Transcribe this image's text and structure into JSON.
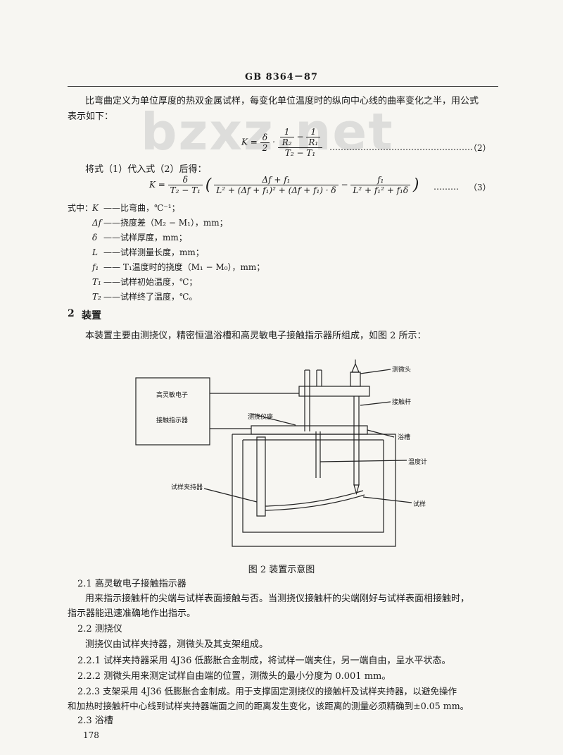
{
  "header": {
    "standard_code": "GB 8364－87"
  },
  "watermark": {
    "text": "bzxz.net"
  },
  "intro": {
    "line1": "比弯曲定义为单位厚度的热双金属试样，每变化单位温度时的纵向中心线的曲率变化之半，用公式",
    "line2": "表示如下："
  },
  "formula2": {
    "lhs": "K = ",
    "frac_a_num": "δ",
    "frac_a_den": "2",
    "dot": " · ",
    "inner_num_a": "1",
    "inner_den_a": "R₂",
    "minus": " − ",
    "inner_num_b": "1",
    "inner_den_b": "R₁",
    "main_den": "T₂ − T₁",
    "number": "（2）"
  },
  "substitute": {
    "text": "将式（1）代入式（2）后得："
  },
  "formula3": {
    "lhs": "K = ",
    "pre_num": "δ",
    "pre_den": "T₂ − T₁",
    "left_paren": "(",
    "t1_num": "Δf + f₁",
    "t1_den": "L² + (Δf + f₁)² + (Δf + f₁) · δ",
    "minus": " − ",
    "t2_num": "f₁",
    "t2_den": "L² + f₁² + f₁δ",
    "right_paren": ")",
    "number": "（3）"
  },
  "symbols": {
    "lead": "式中：",
    "items": [
      {
        "sym": "K",
        "desc": "——比弯曲，℃⁻¹；"
      },
      {
        "sym": "Δf",
        "desc": "——挠度差（M₂ − M₁），mm；"
      },
      {
        "sym": "δ",
        "desc": "——试样厚度，mm；"
      },
      {
        "sym": "L",
        "desc": "——试样测量长度，mm；"
      },
      {
        "sym": "f₁",
        "desc": "—— T₁温度时的挠度（M₁ − M₀），mm；"
      },
      {
        "sym": "T₁",
        "desc": "——试样初始温度，℃；"
      },
      {
        "sym": "T₂",
        "desc": "——试样终了温度，℃。"
      }
    ]
  },
  "section2": {
    "number": "2",
    "title": "装置",
    "text": "本装置主要由测挠仪，精密恒温浴槽和高灵敏电子接触指示器所组成，如图 2 所示："
  },
  "diagram": {
    "box_label_1": "高灵敏电子",
    "box_label_2": "接触指示器",
    "label_micrometer": "测微头",
    "label_contact_rod": "接触杆",
    "label_base": "测挠仪座",
    "label_bath": "浴槽",
    "label_thermometer": "温度计",
    "label_holder": "试样夹持器",
    "label_specimen": "试样"
  },
  "figure": {
    "caption": "图 2   装置示意图"
  },
  "s21": {
    "heading": "2.1   高灵敏电子接触指示器",
    "line1": "用来指示接触杆的尖端与试样表面接触与否。当测挠仪接触杆的尖端刚好与试样表面相接触时，",
    "line2": "指示器能迅速准确地作出指示。"
  },
  "s22": {
    "heading": "2.2   测挠仪",
    "text": "测挠仪由试样夹持器，测微头及其支架组成。"
  },
  "s221": {
    "text": "2.2.1   试样夹持器采用 4J36 低膨胀合金制成，将试样一端夹住，另一端自由，呈水平状态。"
  },
  "s222": {
    "text": "2.2.2   测微头用来测定试样自由端的位置，测微头的最小分度为 0.001 mm。"
  },
  "s223": {
    "line1": "2.2.3   支架采用 4J36 低膨胀合金制成。用于支撑固定测挠仪的接触杆及试样夹持器，以避免操作",
    "line2": "和加热时接触杆中心线到试样夹持器端面之间的距离发生变化，该距离的测量必须精确到±0.05 mm。"
  },
  "s23": {
    "heading": "2.3   浴槽"
  },
  "footer": {
    "page_number": "178"
  }
}
